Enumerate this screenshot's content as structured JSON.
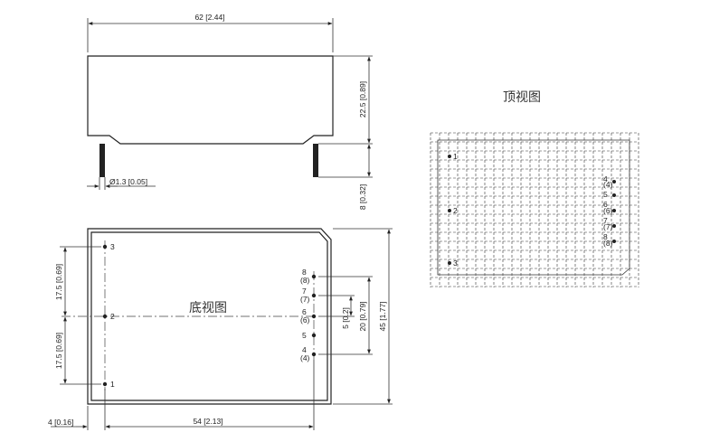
{
  "side_view": {
    "dim_width": "62 [2.44]",
    "dim_height": "22.5 [0.89]",
    "dim_pin_dia": "Ø1.3 [0.05]",
    "dim_pin_len": "8 [0.32]"
  },
  "top_view": {
    "title": "顶视图",
    "pins_left": [
      "1",
      "2",
      "3"
    ],
    "pins_right": [
      "4",
      "(4)",
      "5",
      "6",
      "(6)",
      "7",
      "(7)",
      "8",
      "(8)"
    ]
  },
  "bottom_view": {
    "title": "底视图",
    "pins_left": [
      "3",
      "2",
      "1"
    ],
    "pins_right": [
      {
        "num": "8",
        "alt": "(8)"
      },
      {
        "num": "7",
        "alt": "(7)"
      },
      {
        "num": "6",
        "alt": "(6)"
      },
      {
        "num": "5",
        "alt": ""
      },
      {
        "num": "4",
        "alt": "(4)"
      }
    ],
    "dim_left_upper": "17.5 [0.69]",
    "dim_left_lower": "17.5 [0.69]",
    "dim_right_pitch": "5 [0.2]",
    "dim_right_span": "20 [0.79]",
    "dim_height": "45 [1.77]",
    "dim_edge": "4 [0.16]",
    "dim_pin_span": "54 [2.13]"
  }
}
